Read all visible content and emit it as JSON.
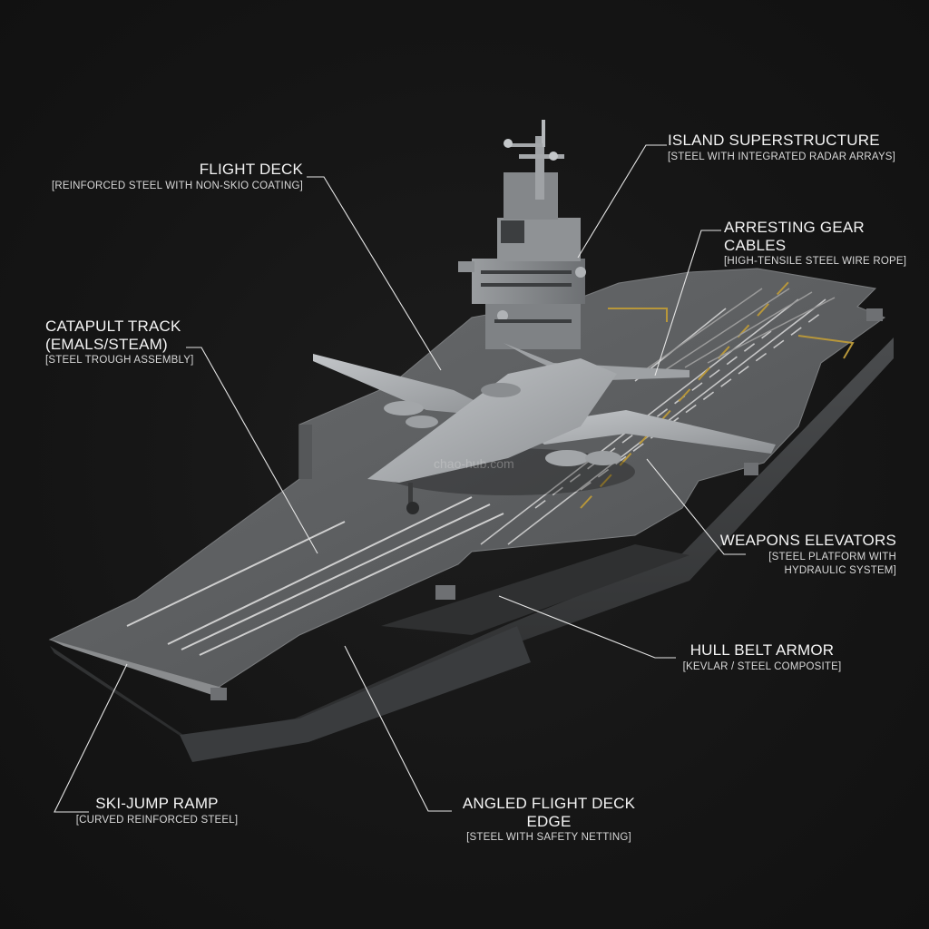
{
  "callouts": {
    "flight_deck": {
      "title": "FLIGHT DECK",
      "sub": "[REINFORCED STEEL WITH NON-SKIO COATING]"
    },
    "island": {
      "title": "ISLAND SUPERSTRUCTURE",
      "sub": "[STEEL WITH INTEGRATED RADAR ARRAYS]"
    },
    "arresting": {
      "title": "ARRESTING GEAR CABLES",
      "sub": "[HIGH-TENSILE STEEL WIRE ROPE]"
    },
    "catapult": {
      "title_line1": "CATAPULT TRACK",
      "title_line2": "(EMALS/STEAM)",
      "sub": "[STEEL TROUGH ASSEMBLY]"
    },
    "weapons": {
      "title": "WEAPONS ELEVATORS",
      "sub_line1": "[STEEL PLATFORM WITH",
      "sub_line2": "HYDRAULIC SYSTEM]"
    },
    "hull": {
      "title": "HULL BELT ARMOR",
      "sub": "[KEVLAR / STEEL COMPOSITE]"
    },
    "ski_jump": {
      "title": "SKI-JUMP RAMP",
      "sub": "[CURVED REINFORCED STEEL]"
    },
    "angled_edge": {
      "title": "ANGLED FLIGHT DECK EDGE",
      "sub": "[STEEL WITH SAFETY NETTING]"
    }
  },
  "watermark": "chao-hub.com",
  "colors": {
    "background": "#151515",
    "deck": "#5f6163",
    "hull": "#3e4042",
    "aircraft": "#a9acaf",
    "markings": "#d9d9d9",
    "yellow_marking": "#b8973a",
    "leader_line": "#e6e6e6"
  }
}
